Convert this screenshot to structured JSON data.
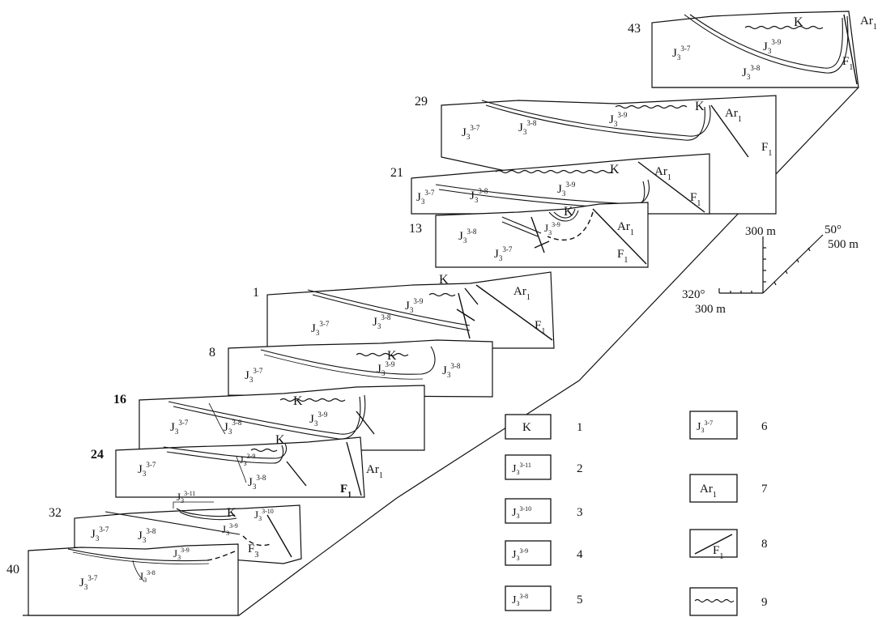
{
  "sections": [
    {
      "id": "43",
      "labels": {
        "K": "K",
        "Ar": "Ar",
        "Ar_sub": "1",
        "J7": "J",
        "J7_sub": "3",
        "J7_sup": "3-7",
        "J8": "J",
        "J8_sub": "3",
        "J8_sup": "3-8",
        "J9": "J",
        "J9_sub": "3",
        "J9_sup": "3-9",
        "F": "F",
        "F_sub": "1"
      }
    },
    {
      "id": "29",
      "labels": {
        "K": "K",
        "Ar": "Ar",
        "Ar_sub": "1",
        "J7": "J",
        "J7_sub": "3",
        "J7_sup": "3-7",
        "J8": "J",
        "J8_sub": "3",
        "J8_sup": "3-8",
        "J9": "J",
        "J9_sub": "3",
        "J9_sup": "3-9",
        "F": "F",
        "F_sub": "1"
      }
    },
    {
      "id": "21",
      "labels": {
        "K": "K",
        "Ar": "Ar",
        "Ar_sub": "1",
        "J7": "J",
        "J7_sub": "3",
        "J7_sup": "3-7",
        "J8": "J",
        "J8_sub": "3",
        "J8_sup": "3-8",
        "J9": "J",
        "J9_sub": "3",
        "J9_sup": "3-9",
        "F": "F",
        "F_sub": "1"
      }
    },
    {
      "id": "13",
      "labels": {
        "K": "K",
        "Ar": "Ar",
        "Ar_sub": "1",
        "J7": "J",
        "J7_sub": "3",
        "J7_sup": "3-7",
        "J8": "J",
        "J8_sub": "3",
        "J8_sup": "3-8",
        "J9": "J",
        "J9_sub": "3",
        "J9_sup": "3-9",
        "F": "F",
        "F_sub": "1"
      }
    },
    {
      "id": "1",
      "labels": {
        "K": "K",
        "Ar": "Ar",
        "Ar_sub": "1",
        "J7": "J",
        "J7_sub": "3",
        "J7_sup": "3-7",
        "J8": "J",
        "J8_sub": "3",
        "J8_sup": "3-8",
        "J9": "J",
        "J9_sub": "3",
        "J9_sup": "3-9",
        "F": "F",
        "F_sub": "1"
      }
    },
    {
      "id": "8",
      "labels": {
        "K": "K",
        "J7": "J",
        "J7_sub": "3",
        "J7_sup": "3-7",
        "J8": "J",
        "J8_sub": "3",
        "J8_sup": "3-8",
        "J9": "J",
        "J9_sub": "3",
        "J9_sup": "3-9"
      }
    },
    {
      "id": "16",
      "labels": {
        "K": "K",
        "J7": "J",
        "J7_sub": "3",
        "J7_sup": "3-7",
        "J8": "J",
        "J8_sub": "3",
        "J8_sup": "3-8",
        "J9": "J",
        "J9_sub": "3",
        "J9_sup": "3-9"
      }
    },
    {
      "id": "24",
      "labels": {
        "K": "K",
        "Ar": "Ar",
        "Ar_sub": "1",
        "J7": "J",
        "J7_sub": "3",
        "J7_sup": "3-7",
        "J8": "J",
        "J8_sub": "3",
        "J8_sup": "3-8",
        "J9": "J",
        "J9_sub": "3",
        "J9_sup": "3-9",
        "F": "F",
        "F_sub": "1"
      }
    },
    {
      "id": "32",
      "labels": {
        "K": "K",
        "J7": "J",
        "J7_sub": "3",
        "J7_sup": "3-7",
        "J8": "J",
        "J8_sub": "3",
        "J8_sup": "3-8",
        "J9": "J",
        "J9_sub": "3",
        "J9_sup": "3-9",
        "J10": "J",
        "J10_sub": "3",
        "J10_sup": "3-10",
        "J11": "J",
        "J11_sub": "3",
        "J11_sup": "3-11",
        "F": "F",
        "F_sub": "3"
      }
    },
    {
      "id": "40",
      "labels": {
        "J7": "J",
        "J7_sub": "3",
        "J7_sup": "3-7",
        "J8": "J",
        "J8_sub": "3",
        "J8_sup": "3-8",
        "J9": "J",
        "J9_sub": "3",
        "J9_sup": "3-9"
      }
    }
  ],
  "scale": {
    "vertical": "300 m",
    "horizontal": "300 m",
    "depth": "500 m",
    "azimuth_horizontal": "320°",
    "azimuth_depth": "50°"
  },
  "legend": [
    {
      "num": "1",
      "text": "K",
      "sub": "",
      "sup": ""
    },
    {
      "num": "2",
      "text": "J",
      "sub": "3",
      "sup": "3-11"
    },
    {
      "num": "3",
      "text": "J",
      "sub": "3",
      "sup": "3-10"
    },
    {
      "num": "4",
      "text": "J",
      "sub": "3",
      "sup": "3-9"
    },
    {
      "num": "5",
      "text": "J",
      "sub": "3",
      "sup": "3-8"
    },
    {
      "num": "6",
      "text": "J",
      "sub": "3",
      "sup": "3-7"
    },
    {
      "num": "7",
      "text": "Ar",
      "sub": "1",
      "sup": ""
    },
    {
      "num": "8",
      "text": "F",
      "sub": "1",
      "sup": "",
      "icon": "fault-line-icon"
    },
    {
      "num": "9",
      "text": "",
      "sub": "",
      "sup": "",
      "icon": "unconformity-wavy-line-icon"
    }
  ]
}
